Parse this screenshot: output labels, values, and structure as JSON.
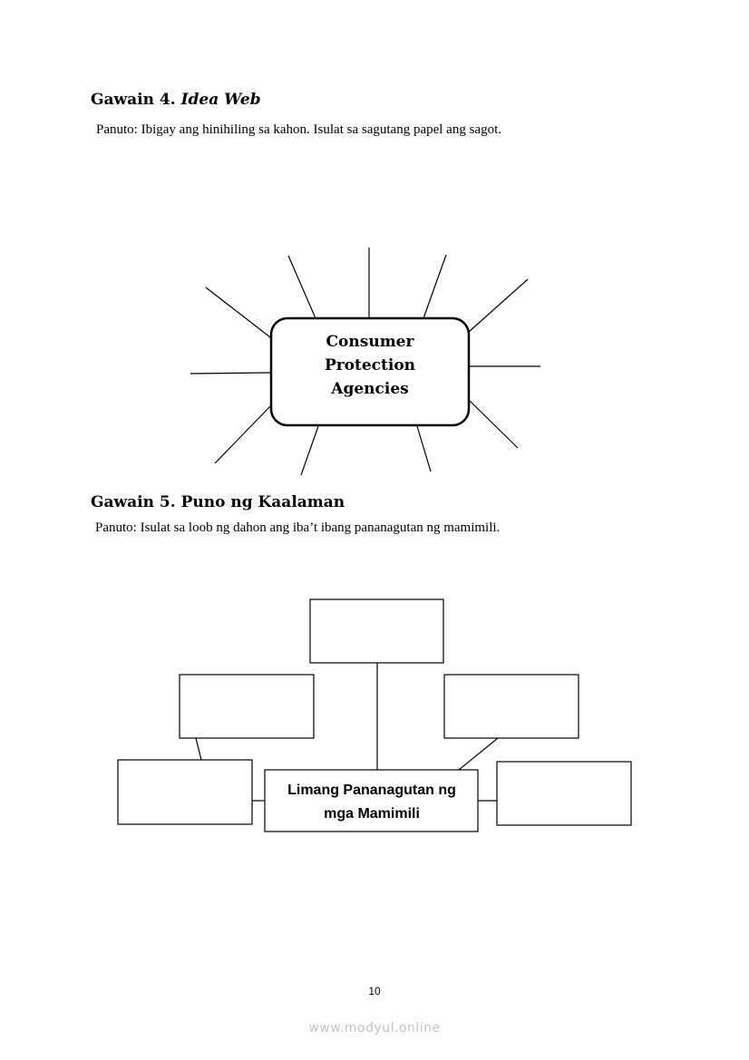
{
  "gawain4": {
    "title_prefix": "Gawain 4.",
    "title_italic": "Idea Web",
    "instruction": "Panuto: Ibigay ang hinihiling sa kahon. Isulat sa sagutang papel ang sagot.",
    "center_lines": [
      "Consumer",
      "Protection",
      "Agencies"
    ]
  },
  "gawain5": {
    "title": "Gawain 5. Puno ng Kaalaman",
    "instruction": "Panuto: Isulat sa loob ng dahon ang iba’t ibang pananagutan ng mamimili.",
    "center_lines": [
      "Limang Pananagutan ng",
      "mga Mamimili"
    ]
  },
  "page_number": "10",
  "watermark": "www.modyul.online"
}
